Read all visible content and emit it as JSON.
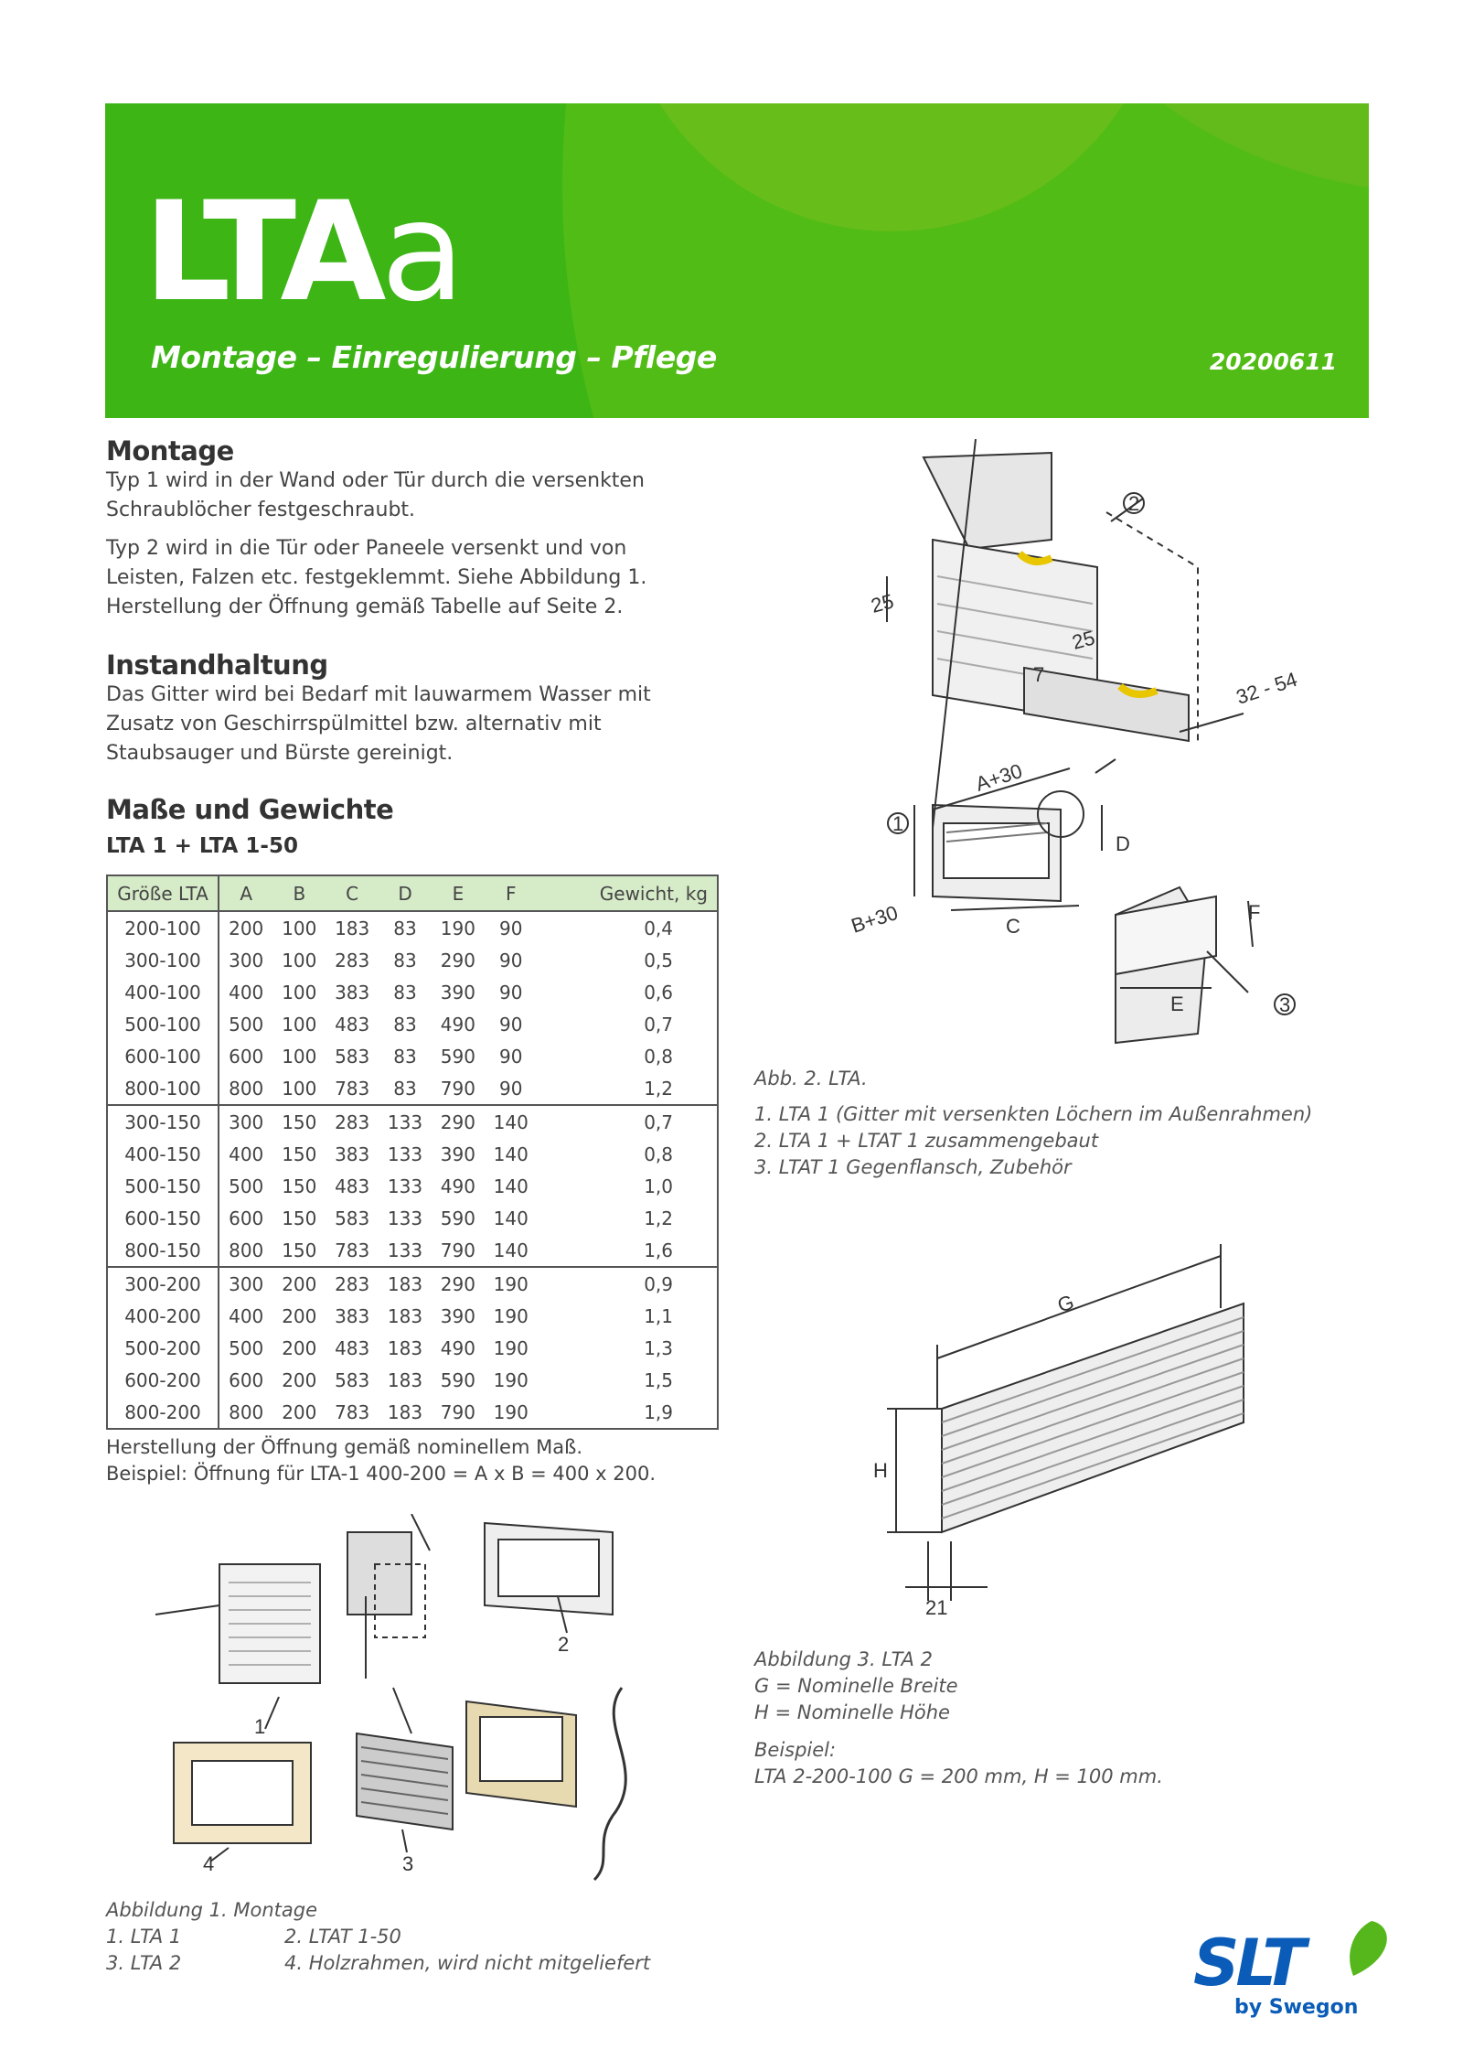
{
  "header": {
    "title_bold": "LTA",
    "title_light": "a",
    "subtitle": "Montage – Einregulierung – Pflege",
    "date": "20200611"
  },
  "montage": {
    "heading": "Montage",
    "p1": "Typ 1 wird in der Wand oder Tür durch die versenkten Schraublöcher festgeschraubt.",
    "p2": "Typ 2 wird in die Tür oder Paneele versenkt und von Leisten, Falzen etc. festgeklemmt. Siehe Abbildung 1. Herstellung der Öffnung gemäß Tabelle auf Seite 2."
  },
  "instandhaltung": {
    "heading": "Instandhaltung",
    "p1": "Das Gitter wird bei Bedarf mit lauwarmem Wasser mit Zusatz von Geschirrspülmittel bzw. alternativ mit Staubsauger und Bürste gereinigt."
  },
  "masse": {
    "heading": "Maße und Gewichte",
    "subheading": "LTA 1 + LTA 1-50",
    "columns": [
      "Größe LTA",
      "A",
      "B",
      "C",
      "D",
      "E",
      "F",
      "Gewicht, kg"
    ],
    "groups": [
      [
        [
          "200-100",
          "200",
          "100",
          "183",
          "83",
          "190",
          "90",
          "0,4"
        ],
        [
          "300-100",
          "300",
          "100",
          "283",
          "83",
          "290",
          "90",
          "0,5"
        ],
        [
          "400-100",
          "400",
          "100",
          "383",
          "83",
          "390",
          "90",
          "0,6"
        ],
        [
          "500-100",
          "500",
          "100",
          "483",
          "83",
          "490",
          "90",
          "0,7"
        ],
        [
          "600-100",
          "600",
          "100",
          "583",
          "83",
          "590",
          "90",
          "0,8"
        ],
        [
          "800-100",
          "800",
          "100",
          "783",
          "83",
          "790",
          "90",
          "1,2"
        ]
      ],
      [
        [
          "300-150",
          "300",
          "150",
          "283",
          "133",
          "290",
          "140",
          "0,7"
        ],
        [
          "400-150",
          "400",
          "150",
          "383",
          "133",
          "390",
          "140",
          "0,8"
        ],
        [
          "500-150",
          "500",
          "150",
          "483",
          "133",
          "490",
          "140",
          "1,0"
        ],
        [
          "600-150",
          "600",
          "150",
          "583",
          "133",
          "590",
          "140",
          "1,2"
        ],
        [
          "800-150",
          "800",
          "150",
          "783",
          "133",
          "790",
          "140",
          "1,6"
        ]
      ],
      [
        [
          "300-200",
          "300",
          "200",
          "283",
          "183",
          "290",
          "190",
          "0,9"
        ],
        [
          "400-200",
          "400",
          "200",
          "383",
          "183",
          "390",
          "190",
          "1,1"
        ],
        [
          "500-200",
          "500",
          "200",
          "483",
          "183",
          "490",
          "190",
          "1,3"
        ],
        [
          "600-200",
          "600",
          "200",
          "583",
          "183",
          "590",
          "190",
          "1,5"
        ],
        [
          "800-200",
          "800",
          "200",
          "783",
          "183",
          "790",
          "190",
          "1,9"
        ]
      ]
    ],
    "note1": "Herstellung der Öffnung gemäß nominellem Maß.",
    "note2": "Beispiel: Öffnung für LTA-1 400-200 = A x B = 400 x 200."
  },
  "fig1": {
    "labels": [
      "1",
      "2",
      "3",
      "4"
    ],
    "caption": "Abbildung 1. Montage",
    "items": [
      "1. LTA 1",
      "2. LTAT 1-50",
      "3. LTA 2",
      "4. Holzrahmen, wird nicht mitgeliefert"
    ]
  },
  "fig2": {
    "labels": {
      "d25a": "25",
      "d25b": "25",
      "d7": "7",
      "d3254": "32 - 54",
      "c2": "2",
      "c1": "1",
      "c3": "3",
      "a30": "A+30",
      "b30": "B+30",
      "c": "C",
      "d": "D",
      "e": "E",
      "f": "F"
    },
    "caption": "Abb. 2. LTA.",
    "items": [
      "1. LTA 1 (Gitter mit versenkten Löchern im Außenrahmen)",
      "2. LTA 1 + LTAT 1 zusammengebaut",
      "3. LTAT 1 Gegenflansch, Zubehör"
    ]
  },
  "fig3": {
    "labels": {
      "g": "G",
      "h": "H",
      "d21": "21"
    },
    "caption": "Abbildung 3. LTA 2",
    "items": [
      "G = Nominelle Breite",
      "H = Nominelle Höhe"
    ],
    "example_label": "Beispiel:",
    "example": "LTA 2-200-100 G = 200 mm, H = 100 mm."
  },
  "logo": {
    "brand": "SLT",
    "tagline": "by Swegon",
    "blue": "#0a5cb8",
    "green": "#55b71c"
  },
  "colors": {
    "banner": "#3cb515",
    "table_header": "#d6ebc8"
  }
}
